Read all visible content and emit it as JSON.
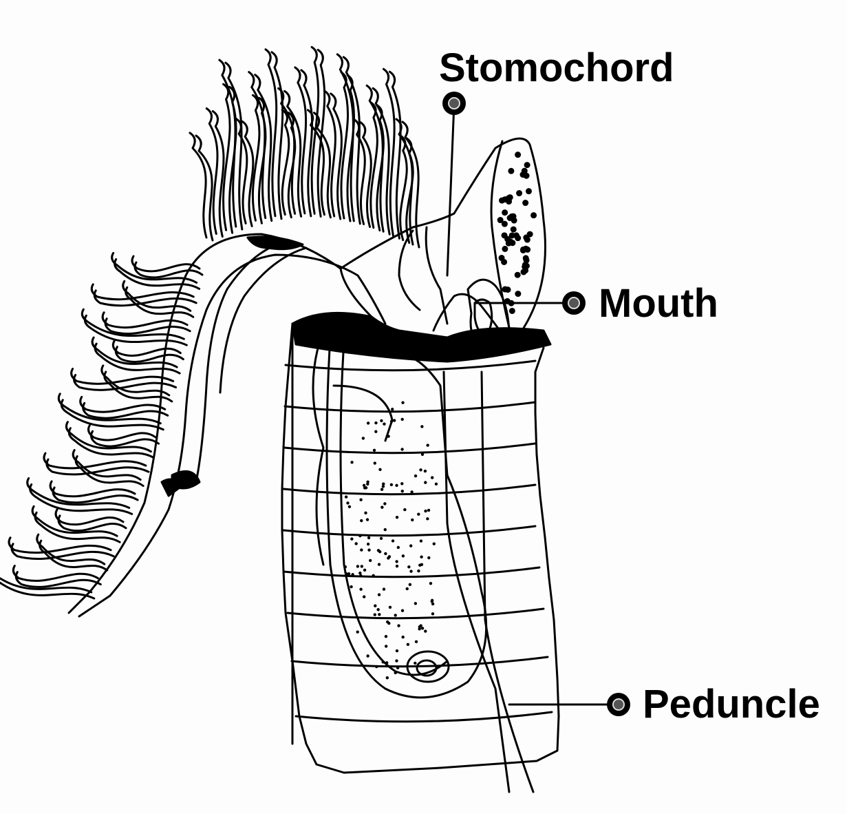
{
  "labels": {
    "stomochord": "Stomochord",
    "mouth": "Mouth",
    "peduncle": "Peduncle"
  },
  "colors": {
    "ink": "#000000",
    "paper": "#fdfdfd"
  }
}
